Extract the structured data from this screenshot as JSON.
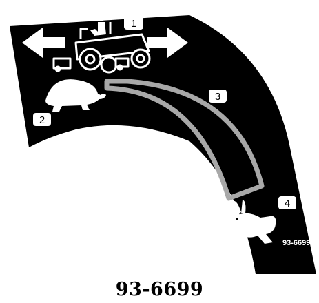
{
  "decal": {
    "part_number": "93-6699",
    "callouts": [
      "1",
      "2",
      "3",
      "4"
    ],
    "icons": {
      "tractor": "mower-tractor-icon",
      "arrows": "left-right-arrows-icon",
      "slow": "turtle-icon",
      "fast": "rabbit-icon",
      "lever": "speed-lever-track-icon"
    },
    "colors": {
      "background": "#000000",
      "foreground": "#ffffff",
      "track": "#a8a8a8",
      "page": "#ffffff"
    }
  },
  "caption": "93-6699"
}
